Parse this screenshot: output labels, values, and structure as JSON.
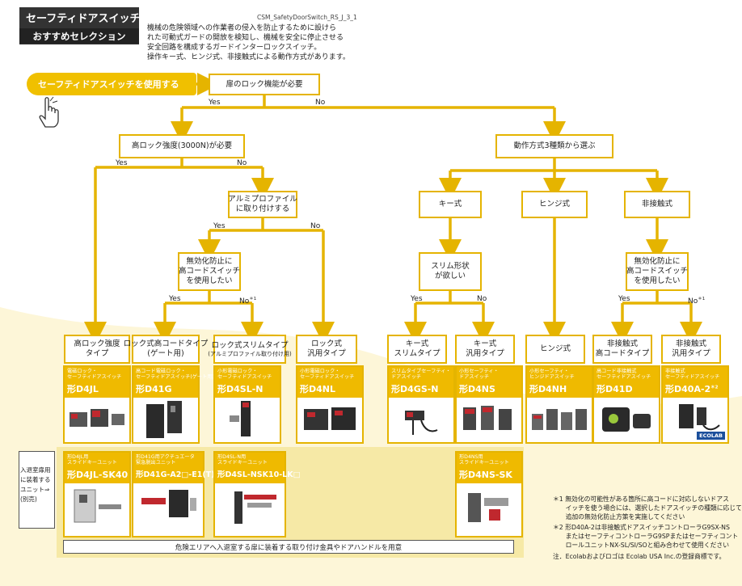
{
  "header": {
    "title": "セーフティドアスイッチ",
    "subtitle": "おすすめセレクション",
    "doc_code": "CSM_SafetyDoorSwitch_RS_J_3_1",
    "intro_lines": [
      "機械の危険領域への作業者の侵入を防止するために設けら",
      "れた可動式ガードの開放を検知し、機械を安全に停止させる",
      "安全回路を構成するガードインターロックスイッチ。",
      "操作キー式、ヒンジ式、非接触式による動作方式があります。"
    ]
  },
  "start_banner": "セーフティドアスイッチを使用する",
  "decisions": {
    "door_lock": "扉のロック機能が必要",
    "high_lock": "高ロック強度(3000N)が必要",
    "operation": "動作方式3種類から選ぶ",
    "alu_line1": "アルミプロファイル",
    "alu_line2": "に取り付けする",
    "key": "キー式",
    "hinge": "ヒンジ式",
    "noncontact": "非接触式",
    "defeat1_line1": "無効化防止に",
    "defeat1_line2": "高コードスイッチ",
    "defeat1_line3": "を使用したい",
    "slim_line1": "スリム形状",
    "slim_line2": "が欲しい",
    "defeat2_line1": "無効化防止に",
    "defeat2_line2": "高コードスイッチ",
    "defeat2_line3": "を使用したい"
  },
  "answers": {
    "yes": "Yes",
    "no": "No",
    "note_mark": "＊1"
  },
  "categories": [
    {
      "line1": "高ロック強度",
      "line2": "タイプ"
    },
    {
      "line1": "ロック式高コードタイプ",
      "line2": "(ゲート用)"
    },
    {
      "line1": "ロック式スリムタイプ",
      "line2": "(アルミプロファイル取り付け用)"
    },
    {
      "line1": "ロック式",
      "line2": "汎用タイプ"
    },
    {
      "line1": "キー式",
      "line2": "スリムタイプ"
    },
    {
      "line1": "キー式",
      "line2": "汎用タイプ"
    },
    {
      "line1": "ヒンジ式",
      "line2": ""
    },
    {
      "line1": "非接触式",
      "line2": "高コードタイプ"
    },
    {
      "line1": "非接触式",
      "line2": "汎用タイプ"
    }
  ],
  "products": [
    {
      "d1": "電磁ロック・",
      "d2": "セーフティドアスイッチ",
      "model": "形D4JL"
    },
    {
      "d1": "高コード電磁ロック・",
      "d2": "セーフティドアスイッチ(ゲート用)",
      "model": "形D41G"
    },
    {
      "d1": "小形電磁ロック・",
      "d2": "セーフティドアスイッチ",
      "model": "形D4SL-N"
    },
    {
      "d1": "小形電磁ロック・",
      "d2": "セーフティドアスイッチ",
      "model": "形D4NL"
    },
    {
      "d1": "スリムタイプセーフティ・",
      "d2": "ドアスイッチ",
      "model": "形D4GS-N"
    },
    {
      "d1": "小形セーフティ・",
      "d2": "ドアスイッチ",
      "model": "形D4NS"
    },
    {
      "d1": "小形セーフティ・",
      "d2": "ヒンジドアスイッチ",
      "model": "形D4NH"
    },
    {
      "d1": "高コード非接触式",
      "d2": "セーフティドアスイッチ",
      "model": "形D41D"
    },
    {
      "d1": "非接触式",
      "d2": "セーフティドアスイッチ",
      "model": "形D40A-2",
      "sup": "＊2"
    }
  ],
  "ecolab_logo": "ECOLAB",
  "sub_label_lines": [
    "入退室扉用",
    "に装着する",
    "ユニット⇒",
    "(別売)"
  ],
  "sub_units": [
    {
      "d1": "形D4JL用",
      "d2": "スライドキーユニット",
      "model": "形D4JL-SK40"
    },
    {
      "d1": "形D41G用アクチュエータ",
      "d2": "緊急脱出ユニット",
      "model": "形D41G-A2□-E1(T)"
    },
    {
      "d1": "形D4SL-N用",
      "d2": "スライドキーユニット",
      "model": "形D4SL-NSK10-LK□"
    },
    {
      "d1": "形D4NS用",
      "d2": "スライドキーユニット",
      "model": "形D4NS-SK"
    }
  ],
  "footer_note": "危険エリアへ入退室する扉に装着する取り付け金具やドアハンドルを用意",
  "notes": [
    "＊1 無効化の可能性がある箇所に高コードに対応しないドアス",
    "　　イッチを使う場合には、選択したドアスイッチの種類に応じて",
    "　　追加の無効化防止方策を実施してください",
    "＊2 形D40A-2は非接触式ドアスイッチコントローラG9SX-NS",
    "　　またはセーフティコントローラG9SPまたはセーフティコント",
    "　　ロールユニットNX-SL/SI/SOと組み合わせて使用ください",
    "注．Ecolabおよびロゴは Ecolab USA Inc.の登録商標です。"
  ],
  "colors": {
    "accent": "#e5b400",
    "banner": "#f0c000",
    "sub_bg": "#f6e9a6",
    "header_bg": "#333333"
  }
}
